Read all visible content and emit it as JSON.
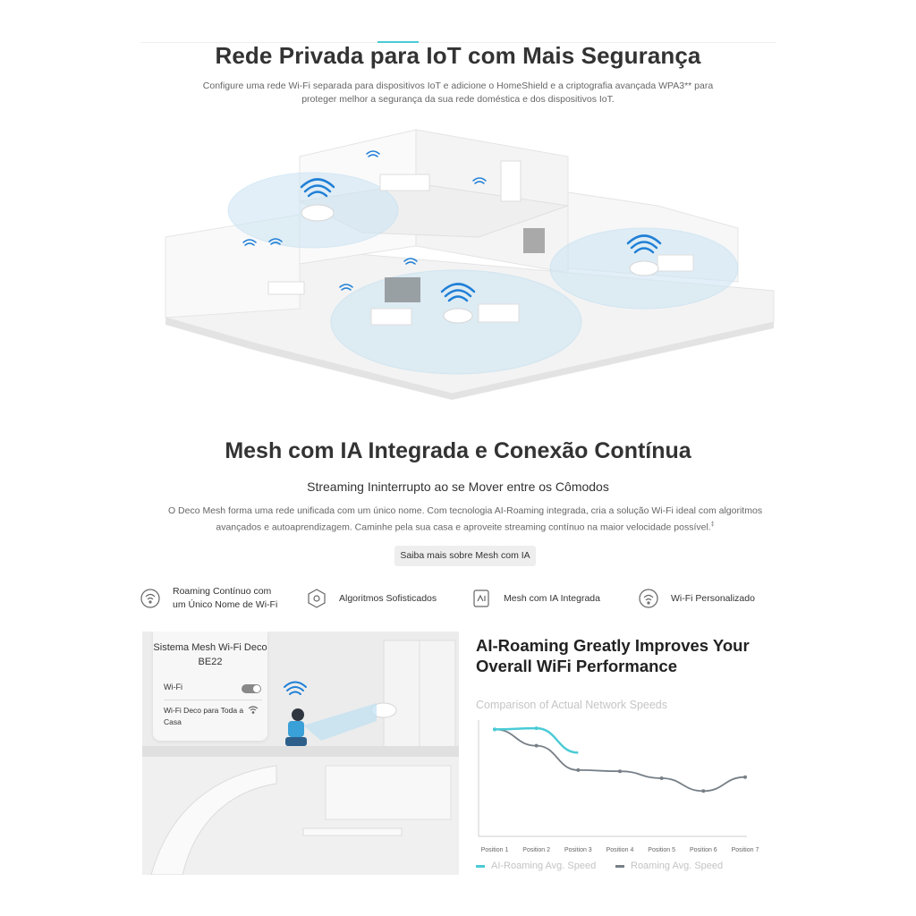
{
  "section_iot": {
    "title": "Rede Privada para IoT com Mais Segurança",
    "description": "Configure uma rede Wi-Fi separada para dispositivos IoT e adicione o HomeShield e a criptografia avançada WPA3** para proteger melhor a segurança da sua rede doméstica e dos dispositivos IoT."
  },
  "section_mesh": {
    "title": "Mesh com IA Integrada e Conexão Contínua",
    "subtitle": "Streaming Ininterrupto ao se Mover entre os Cômodos",
    "description": "O Deco Mesh forma uma rede unificada com um único nome. Com tecnologia AI-Roaming integrada, cria a solução Wi-Fi ideal com algoritmos avançados e autoaprendizagem. Caminhe pela sua casa e aproveite streaming contínuo na maior velocidade possível.",
    "description_footnote": "‡",
    "learn_more_label": "Saiba mais sobre Mesh com IA"
  },
  "features": [
    {
      "label": "Roaming Contínuo com um Único Nome de Wi-Fi",
      "icon": "roaming-icon"
    },
    {
      "label": "Algoritmos Sofisticados",
      "icon": "algorithm-icon"
    },
    {
      "label": "Mesh com IA Integrada",
      "icon": "ai-mesh-icon"
    },
    {
      "label": "Wi-Fi Personalizado",
      "icon": "custom-wifi-icon"
    }
  ],
  "phone_card": {
    "title": "Sistema Mesh Wi-Fi Deco BE22",
    "wifi_label": "Wi-Fi",
    "network_label": "Wi-Fi Deco para Toda a Casa"
  },
  "chart_heading": "AI-Roaming Greatly Improves Your Overall WiFi Performance",
  "colors": {
    "accent": "#4acbd6",
    "gray_line": "#777f87"
  },
  "chart_data": {
    "type": "line",
    "title": "Comparison of Actual Network Speeds",
    "categories": [
      "Position 1",
      "Position 2",
      "Position 3",
      "Position 4",
      "Position 5",
      "Position 6",
      "Position 7"
    ],
    "ylim": [
      0,
      100
    ],
    "grid": false,
    "legend_position": "bottom",
    "series": [
      {
        "name": "AI-Roaming Avg. Speed",
        "color": "#4acbd6",
        "values": [
          92,
          93,
          72,
          null,
          null,
          null,
          null
        ]
      },
      {
        "name": "Roaming Avg. Speed",
        "color": "#777f87",
        "values": [
          92,
          78,
          57,
          56,
          50,
          39,
          51
        ]
      }
    ]
  }
}
